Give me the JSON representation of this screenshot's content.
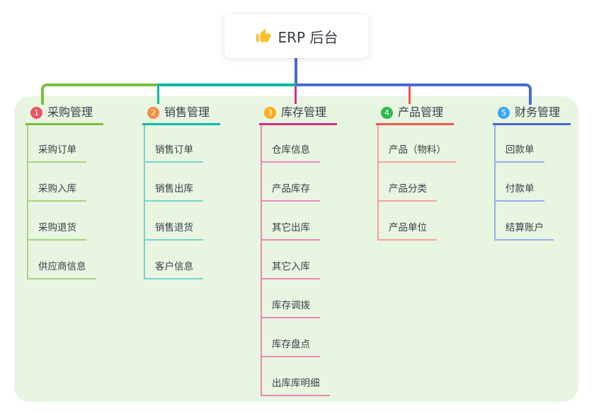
{
  "root": {
    "title": "ERP 后台",
    "icon": "thumbs-up",
    "connector_color": "#4f68d4"
  },
  "panel": {
    "background_color": "#e8f5e1"
  },
  "branches": [
    {
      "index": "1",
      "label": "采购管理",
      "badge_color": "#ee5364",
      "line_color": "#7bbd3d",
      "light_line_color": "#a9d37e",
      "children": [
        "采购订单",
        "采购入库",
        "采购退货",
        "供应商信息"
      ]
    },
    {
      "index": "2",
      "label": "销售管理",
      "badge_color": "#fa8b44",
      "line_color": "#0cb9a8",
      "light_line_color": "#77d4c9",
      "children": [
        "销售订单",
        "销售出库",
        "销售退货",
        "客户信息"
      ]
    },
    {
      "index": "3",
      "label": "库存管理",
      "badge_color": "#ffaa1e",
      "line_color": "#d72e86",
      "light_line_color": "#ee86b8",
      "children": [
        "仓库信息",
        "产品库存",
        "其它出库",
        "其它入库",
        "库存调拨",
        "库存盘点",
        "出库库明细"
      ]
    },
    {
      "index": "4",
      "label": "产品管理",
      "badge_color": "#2eba50",
      "line_color": "#f2564f",
      "light_line_color": "#f7a19b",
      "children": [
        "产品（物料）",
        "产品分类",
        "产品单位"
      ]
    },
    {
      "index": "5",
      "label": "财务管理",
      "badge_color": "#3aa7f5",
      "line_color": "#4a68d6",
      "light_line_color": "#97aee8",
      "children": [
        "回款单",
        "付款单",
        "结算账户"
      ]
    }
  ]
}
